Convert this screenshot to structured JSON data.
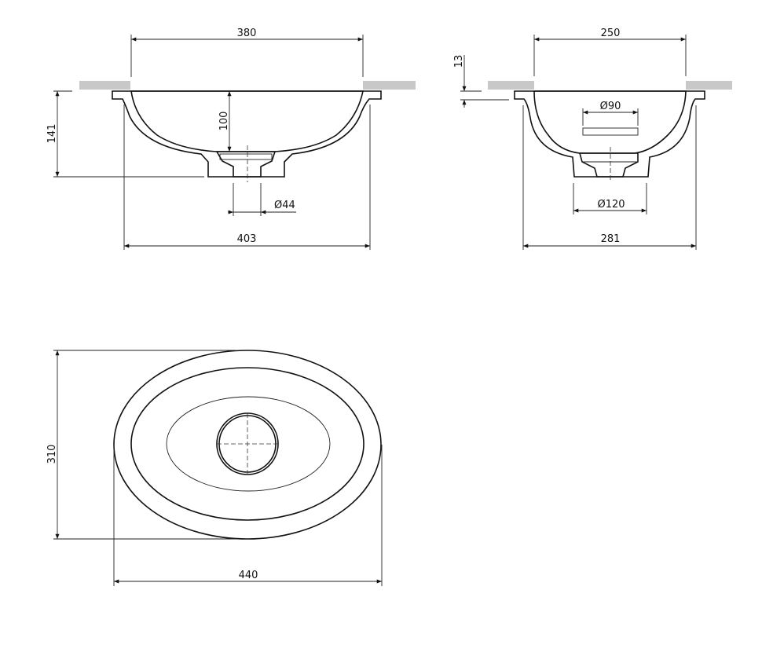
{
  "drawing": {
    "front_section": {
      "cutout_width": "380",
      "overall_width": "403",
      "overall_height": "141",
      "bowl_depth": "100",
      "drain_diameter": "Ø44"
    },
    "side_section": {
      "cutout_width": "250",
      "overall_width": "281",
      "rim_thickness": "13",
      "drain_cover_diameter": "Ø90",
      "base_diameter": "Ø120"
    },
    "top_view": {
      "length": "440",
      "width": "310"
    }
  }
}
